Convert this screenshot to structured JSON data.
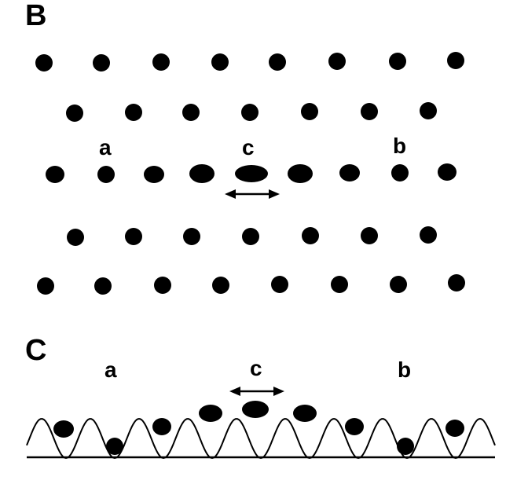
{
  "panels": [
    {
      "id": "B",
      "label": "B"
    },
    {
      "id": "C",
      "label": "C"
    }
  ],
  "site_labels": {
    "a": "a",
    "b": "b",
    "c": "c"
  }
}
